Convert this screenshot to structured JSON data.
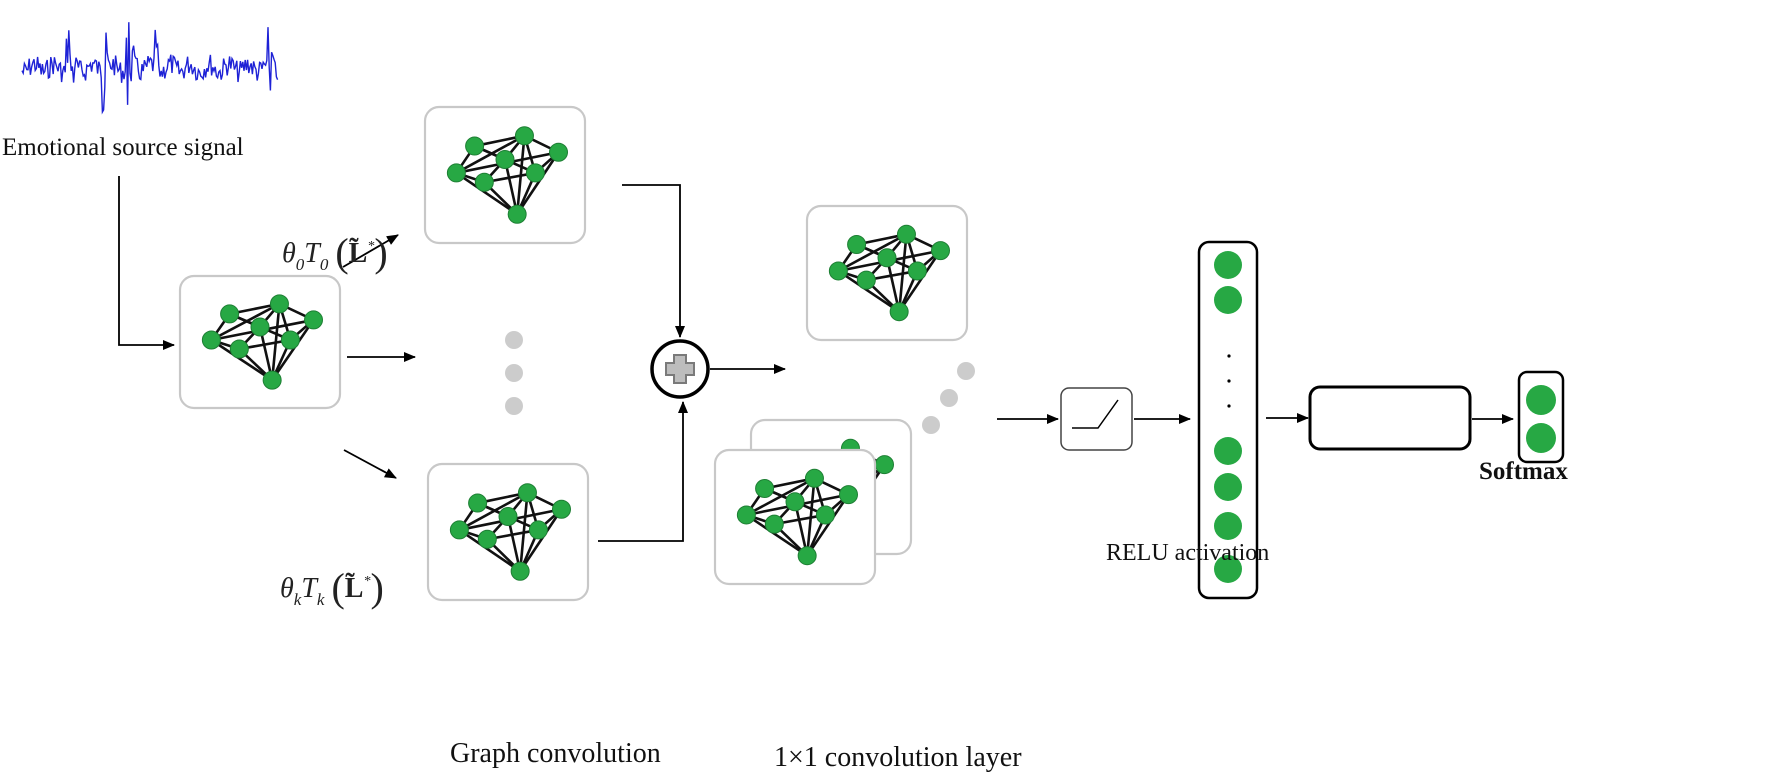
{
  "labels": {
    "source": "Emotional source signal",
    "graph_conv": "Graph convolution",
    "conv1x1": "1×1 convolution layer",
    "relu": "RELU activation",
    "softmax": "Softmax"
  },
  "terms": {
    "top": {
      "theta": "θ",
      "theta_sub": "0",
      "T": "T",
      "T_sub": "0",
      "L": "L̃",
      "star": "*"
    },
    "bottom": {
      "theta": "θ",
      "theta_sub": "k",
      "T": "T",
      "T_sub": "k",
      "L": "L̃",
      "star": "*"
    }
  },
  "colors": {
    "node": "#27a844",
    "node_stroke": "#1e7f34",
    "edge": "#111111",
    "box_border": "#c8c8c8",
    "signal": "#1e22d6",
    "ellipsis": "#cccccc",
    "plus": "#7a7a7a"
  }
}
